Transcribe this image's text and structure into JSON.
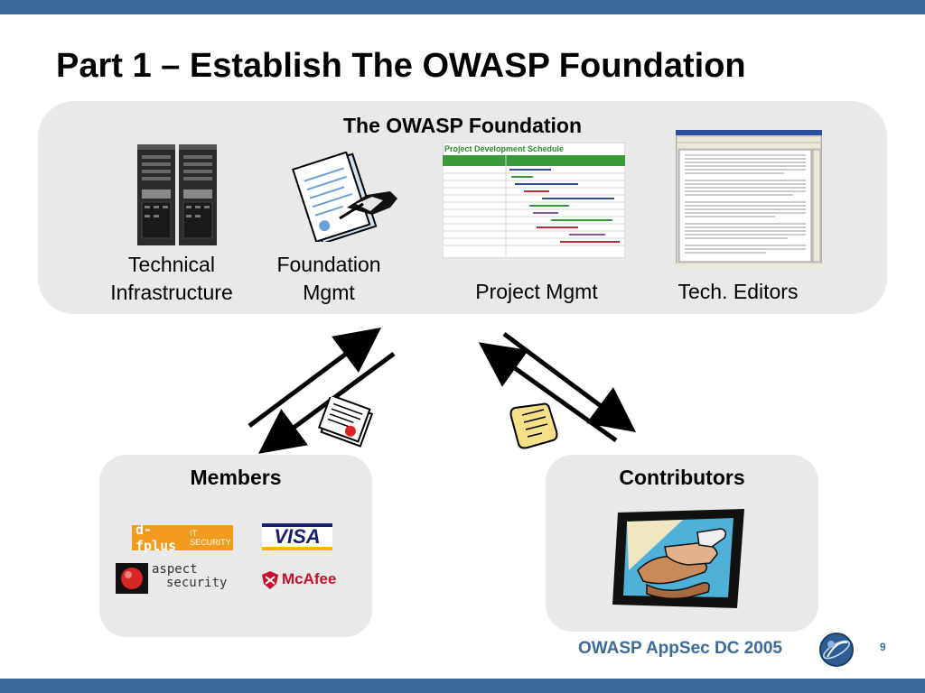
{
  "slide": {
    "title": "Part 1 – Establish The OWASP Foundation",
    "page_number": "9",
    "footer": "OWASP AppSec DC 2005"
  },
  "foundation": {
    "heading": "The OWASP Foundation",
    "items": [
      {
        "line1": "Technical",
        "line2": "Infrastructure",
        "icon": "server-rack-icon"
      },
      {
        "line1": "Foundation",
        "line2": "Mgmt",
        "icon": "signing-document-icon"
      },
      {
        "label": "Project Mgmt",
        "icon": "gantt-chart-screenshot",
        "chart_title": "Project Development Schedule"
      },
      {
        "label": "Tech. Editors",
        "icon": "word-document-screenshot"
      }
    ]
  },
  "members": {
    "heading": "Members",
    "logos": {
      "dfplus_name": "d-fplus",
      "dfplus_tag": "IT SECURITY",
      "visa": "VISA",
      "aspect_line1": "aspect",
      "aspect_line2": "security",
      "mcafee": "McAfee"
    }
  },
  "contributors": {
    "heading": "Contributors",
    "icon": "joined-hands-icon"
  },
  "colors": {
    "bars": "#3d6a9c",
    "panel": "#e9e9e9",
    "gantt_header": "#3a9a3a"
  }
}
